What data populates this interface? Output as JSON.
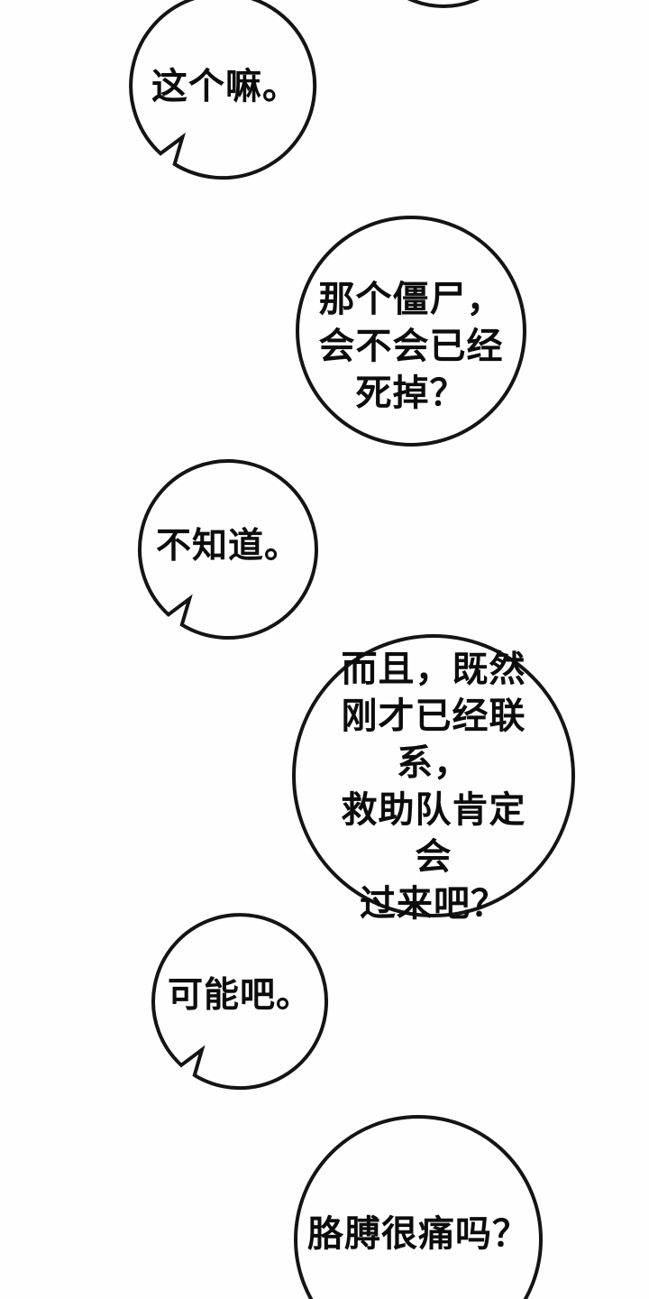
{
  "page": {
    "background_color": "#fefefe",
    "outline_color": "#141414",
    "text_color": "#0c0c0c"
  },
  "bubbles": [
    {
      "name": "offscreen-bubble-fragment",
      "text": ""
    },
    {
      "name": "speech-bubble-1",
      "text": "这个嘛。"
    },
    {
      "name": "speech-bubble-2",
      "text": "那个僵尸，\n会不会已经\n死掉？"
    },
    {
      "name": "speech-bubble-3",
      "text": "不知道。"
    },
    {
      "name": "speech-bubble-4",
      "text": "而且，既然\n刚才已经联系，\n救助队肯定会\n过来吧？"
    },
    {
      "name": "speech-bubble-5",
      "text": "可能吧。"
    },
    {
      "name": "speech-bubble-6",
      "text": "胳膊很痛吗？"
    }
  ]
}
